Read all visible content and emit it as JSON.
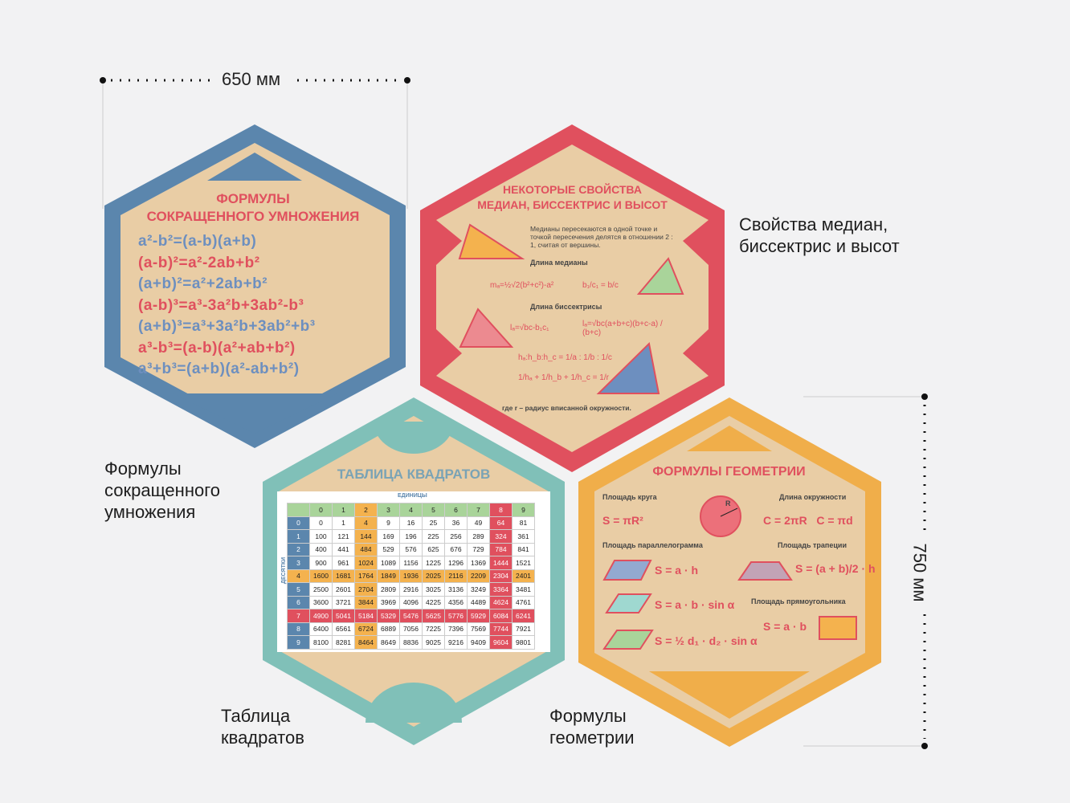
{
  "dimensions": {
    "width_label": "650 мм",
    "height_label": "750 мм"
  },
  "captions": {
    "medians": "Свойства медиан, биссектрис и высот",
    "multiplication": "Формулы сокращенного умножения",
    "squares": "Таблица квадратов",
    "geometry": "Формулы геометрии"
  },
  "colors": {
    "blue": "#5b86ad",
    "red": "#e0505e",
    "teal": "#80c0b8",
    "orange": "#f0ae4a",
    "wood": "#e9cda5"
  },
  "blue_panel": {
    "title1": "ФОРМУЛЫ",
    "title2": "СОКРАЩЕННОГО УМНОЖЕНИЯ",
    "formulas": [
      "a²-b²=(a-b)(a+b)",
      "(a-b)²=a²-2ab+b²",
      "(a+b)²=a²+2ab+b²",
      "(a-b)³=a³-3a²b+3ab²-b³",
      "(a+b)³=a³+3a²b+3ab²+b³",
      "a³-b³=(a-b)(a²+ab+b²)",
      "a³+b³=(a+b)(a²-ab+b²)"
    ]
  },
  "red_panel": {
    "title1": "НЕКОТОРЫЕ СВОЙСТВА",
    "title2": "МЕДИАН, БИССЕКТРИС И ВЫСОТ",
    "intro": "Медианы пересекаются в одной точке и точкой пересечения делятся в отношении 2 : 1, считая от вершины.",
    "median_label": "Длина медианы",
    "median_formula": "mₐ=½√2(b²+c²)-a²",
    "median_ratio": "b₁/c₁ = b/c",
    "bisector_label": "Длина биссектрисы",
    "bisector_formula1": "lₐ=√bc-b₁c₁",
    "bisector_formula2": "lₐ=√bc(a+b+c)(b+c-a) / (b+c)",
    "heights_formula1": "hₐ:h_b:h_c = 1/a : 1/b : 1/c",
    "heights_formula2": "1/hₐ + 1/h_b + 1/h_c = 1/r",
    "footnote": "где r – радиус вписанной окружности."
  },
  "teal_panel": {
    "title": "ТАБЛИЦА КВАДРАТОВ",
    "units_label": "ЕДИНИЦЫ",
    "tens_label": "ДЕСЯТКИ",
    "digits": [
      "0",
      "1",
      "2",
      "3",
      "4",
      "5",
      "6",
      "7",
      "8",
      "9"
    ],
    "rows": [
      [
        "0",
        "1",
        "4",
        "9",
        "16",
        "25",
        "36",
        "49",
        "64",
        "81"
      ],
      [
        "100",
        "121",
        "144",
        "169",
        "196",
        "225",
        "256",
        "289",
        "324",
        "361"
      ],
      [
        "400",
        "441",
        "484",
        "529",
        "576",
        "625",
        "676",
        "729",
        "784",
        "841"
      ],
      [
        "900",
        "961",
        "1024",
        "1089",
        "1156",
        "1225",
        "1296",
        "1369",
        "1444",
        "1521"
      ],
      [
        "1600",
        "1681",
        "1764",
        "1849",
        "1936",
        "2025",
        "2116",
        "2209",
        "2304",
        "2401"
      ],
      [
        "2500",
        "2601",
        "2704",
        "2809",
        "2916",
        "3025",
        "3136",
        "3249",
        "3364",
        "3481"
      ],
      [
        "3600",
        "3721",
        "3844",
        "3969",
        "4096",
        "4225",
        "4356",
        "4489",
        "4624",
        "4761"
      ],
      [
        "4900",
        "5041",
        "5184",
        "5329",
        "5476",
        "5625",
        "5776",
        "5929",
        "6084",
        "6241"
      ],
      [
        "6400",
        "6561",
        "6724",
        "6889",
        "7056",
        "7225",
        "7396",
        "7569",
        "7744",
        "7921"
      ],
      [
        "8100",
        "8281",
        "8464",
        "8649",
        "8836",
        "9025",
        "9216",
        "9409",
        "9604",
        "9801"
      ]
    ]
  },
  "orange_panel": {
    "title": "ФОРМУЛЫ ГЕОМЕТРИИ",
    "circle_area_label": "Площадь круга",
    "circle_area": "S = πR²",
    "radius": "R",
    "circumference_label": "Длина окружности",
    "circumference": "C = 2πR   C = πd",
    "parallelogram_label": "Площадь параллелограмма",
    "par1": "S = a · h",
    "par2": "S = a · b · sin α",
    "par3": "S = ½ d₁ · d₂ · sin α",
    "trapezoid_label": "Площадь трапеции",
    "trapezoid": "S = (a + b)/2 · h",
    "rectangle_label": "Площадь прямоугольника",
    "rectangle": "S = a · b"
  }
}
